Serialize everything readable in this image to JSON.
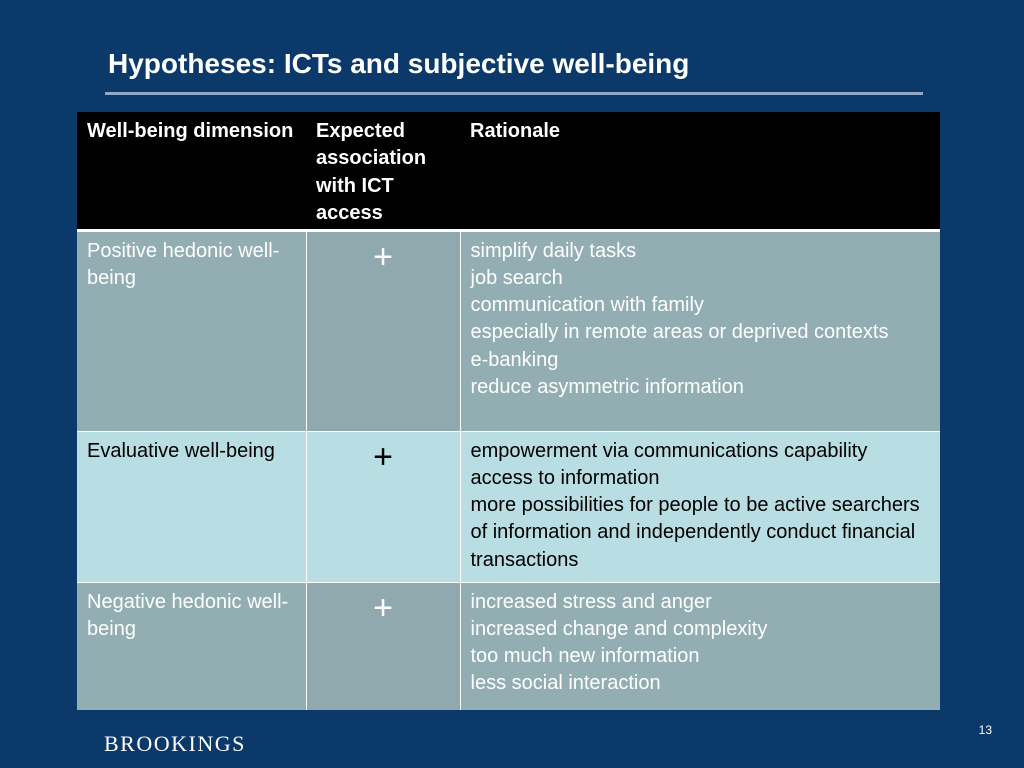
{
  "slide": {
    "title": "Hypotheses: ICTs and subjective well-being",
    "page_number": "13",
    "logo": "BROOKINGS",
    "colors": {
      "background": "#0b3a6a",
      "header_bg": "#000000",
      "row_dark": "#93aeb3",
      "row_light": "#b8dde2",
      "rule": "#8ea9c9"
    }
  },
  "table": {
    "headers": [
      "Well-being dimension",
      "Expected association with ICT access",
      "Rationale"
    ],
    "rows": [
      {
        "dimension": "Positive hedonic well-being",
        "association": "+",
        "rationale": [
          "simplify daily tasks",
          "job search",
          "communication with family",
          "especially in remote areas or deprived contexts",
          "e-banking",
          "reduce asymmetric information"
        ]
      },
      {
        "dimension": "Evaluative well-being",
        "association": "+",
        "rationale": [
          "empowerment via communications capability",
          "access to information",
          "more possibilities for people to be active searchers of information and independently conduct financial transactions"
        ]
      },
      {
        "dimension": "Negative hedonic well-being",
        "association": "+",
        "rationale": [
          "increased stress and anger",
          "increased change and complexity",
          "too much new information",
          "less social interaction"
        ]
      }
    ]
  }
}
